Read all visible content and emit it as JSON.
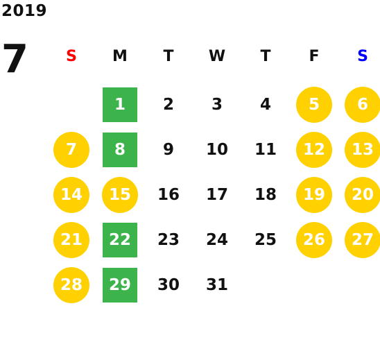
{
  "calendar": {
    "year": "2019",
    "month": "7",
    "weekdays": [
      {
        "label": "S",
        "color": "#ff0000"
      },
      {
        "label": "M",
        "color": "#111111"
      },
      {
        "label": "T",
        "color": "#111111"
      },
      {
        "label": "W",
        "color": "#111111"
      },
      {
        "label": "T",
        "color": "#111111"
      },
      {
        "label": "F",
        "color": "#111111"
      },
      {
        "label": "S",
        "color": "#0000ff"
      }
    ],
    "colors": {
      "circle": "#ffd100",
      "square": "#3cb44b",
      "text": "#111111"
    },
    "weeks": [
      [
        {
          "label": "",
          "style": "none"
        },
        {
          "label": "1",
          "style": "square"
        },
        {
          "label": "2",
          "style": "plain"
        },
        {
          "label": "3",
          "style": "plain"
        },
        {
          "label": "4",
          "style": "plain"
        },
        {
          "label": "5",
          "style": "circle"
        },
        {
          "label": "6",
          "style": "circle"
        }
      ],
      [
        {
          "label": "7",
          "style": "circle"
        },
        {
          "label": "8",
          "style": "square"
        },
        {
          "label": "9",
          "style": "plain"
        },
        {
          "label": "10",
          "style": "plain"
        },
        {
          "label": "11",
          "style": "plain"
        },
        {
          "label": "12",
          "style": "circle"
        },
        {
          "label": "13",
          "style": "circle"
        }
      ],
      [
        {
          "label": "14",
          "style": "circle"
        },
        {
          "label": "15",
          "style": "circle"
        },
        {
          "label": "16",
          "style": "plain"
        },
        {
          "label": "17",
          "style": "plain"
        },
        {
          "label": "18",
          "style": "plain"
        },
        {
          "label": "19",
          "style": "circle"
        },
        {
          "label": "20",
          "style": "circle"
        }
      ],
      [
        {
          "label": "21",
          "style": "circle"
        },
        {
          "label": "22",
          "style": "square"
        },
        {
          "label": "23",
          "style": "plain"
        },
        {
          "label": "24",
          "style": "plain"
        },
        {
          "label": "25",
          "style": "plain"
        },
        {
          "label": "26",
          "style": "circle"
        },
        {
          "label": "27",
          "style": "circle"
        }
      ],
      [
        {
          "label": "28",
          "style": "circle"
        },
        {
          "label": "29",
          "style": "square"
        },
        {
          "label": "30",
          "style": "plain"
        },
        {
          "label": "31",
          "style": "plain"
        },
        {
          "label": "",
          "style": "none"
        },
        {
          "label": "",
          "style": "none"
        },
        {
          "label": "",
          "style": "none"
        }
      ]
    ]
  }
}
